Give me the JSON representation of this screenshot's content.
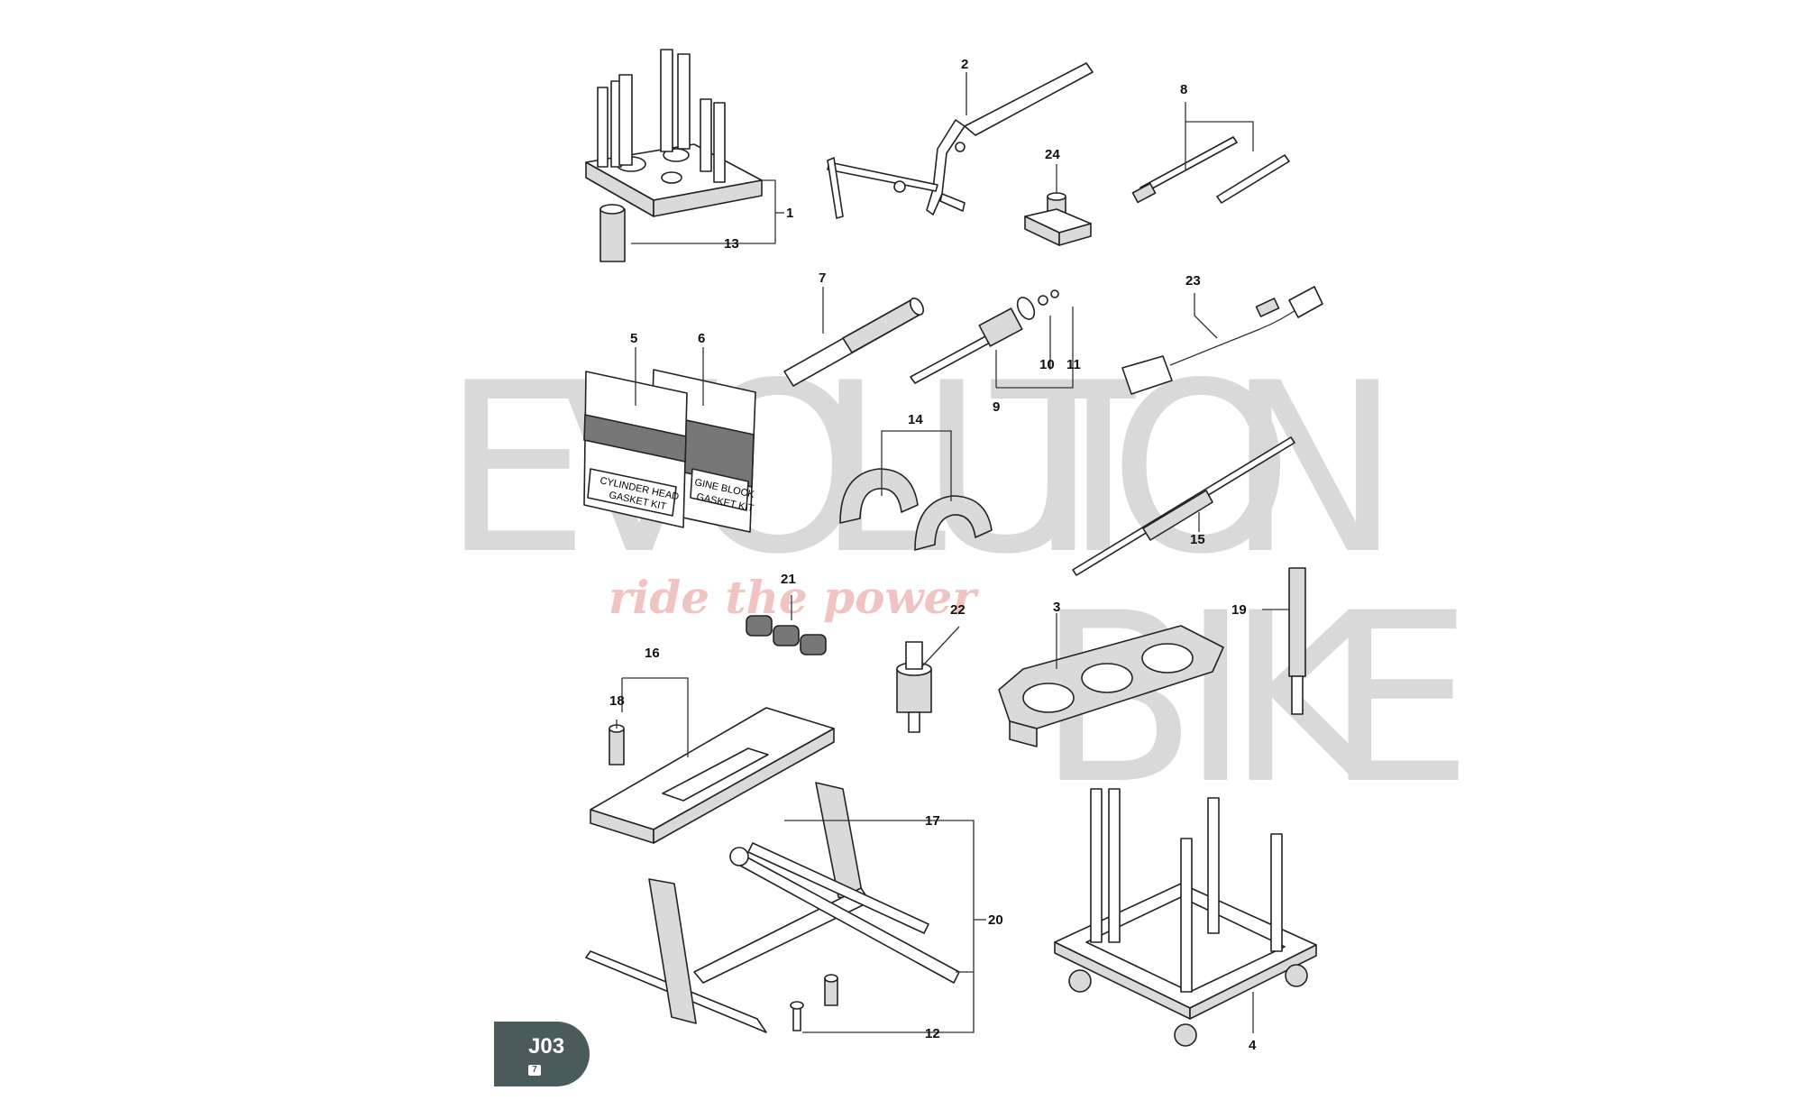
{
  "watermark": {
    "letters": [
      "E",
      "V",
      "O",
      "L",
      "U",
      "T",
      "I",
      "O",
      "N",
      "B",
      "I",
      "K",
      "E"
    ],
    "slogan": "ride the power"
  },
  "bags": {
    "cylinder_head": [
      "CYLINDER HEAD",
      "GASKET KIT"
    ],
    "engine_block": [
      "GINE BLOCK",
      "GASKET KIT"
    ]
  },
  "labels": [
    "1",
    "2",
    "3",
    "4",
    "5",
    "6",
    "7",
    "8",
    "9",
    "10",
    "11",
    "12",
    "13",
    "14",
    "15",
    "16",
    "17",
    "18",
    "19",
    "20",
    "21",
    "22",
    "23",
    "24"
  ],
  "page_badge": {
    "code": "J03",
    "page": "7"
  },
  "colors": {
    "badge": "#4b5a5a",
    "watermark": "#d9d9d9",
    "slogan": "#f1c4c4"
  }
}
